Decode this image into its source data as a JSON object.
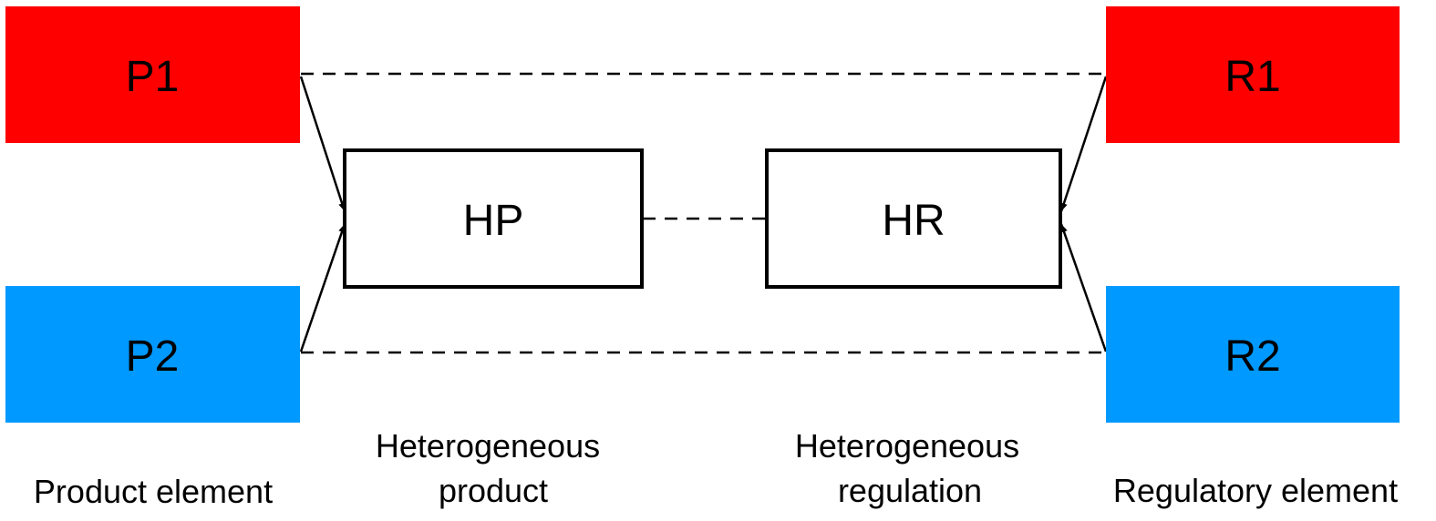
{
  "colors": {
    "red": "#ff0000",
    "blue": "#0099ff",
    "line": "#000000",
    "background": "#ffffff"
  },
  "nodes": {
    "p1": {
      "label": "P1",
      "color": "red"
    },
    "p2": {
      "label": "P2",
      "color": "blue"
    },
    "r1": {
      "label": "R1",
      "color": "red"
    },
    "r2": {
      "label": "R2",
      "color": "blue"
    },
    "hp": {
      "label": "HP"
    },
    "hr": {
      "label": "HR"
    }
  },
  "captions": {
    "product_element": "Product element",
    "heterogeneous_product": [
      "Heterogeneous",
      "product"
    ],
    "heterogeneous_regulation": [
      "Heterogeneous",
      "regulation"
    ],
    "regulatory_element": "Regulatory element"
  },
  "edges": [
    {
      "from": "p1",
      "to": "hp",
      "style": "solid-arrow"
    },
    {
      "from": "p2",
      "to": "hp",
      "style": "solid-arrow"
    },
    {
      "from": "r1",
      "to": "hr",
      "style": "solid-arrow"
    },
    {
      "from": "r2",
      "to": "hr",
      "style": "solid-arrow"
    },
    {
      "from": "p1",
      "to": "r1",
      "style": "dashed"
    },
    {
      "from": "p2",
      "to": "r2",
      "style": "dashed"
    },
    {
      "from": "hp",
      "to": "hr",
      "style": "dashed"
    }
  ]
}
